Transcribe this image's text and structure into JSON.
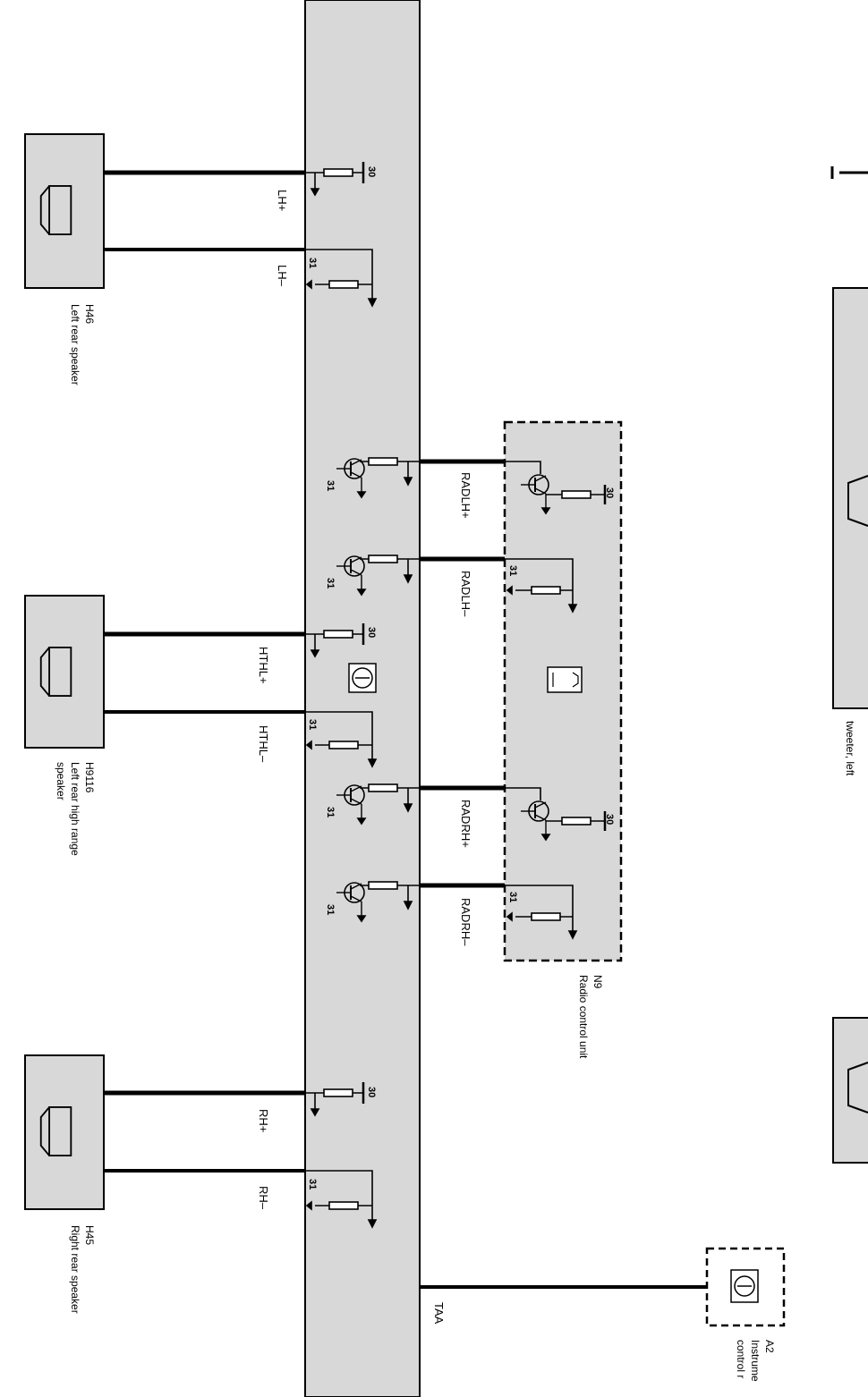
{
  "colors": {
    "module_fill": "#d8d8d8",
    "line": "#000000"
  },
  "icons": {
    "speaker": "speaker-icon",
    "amplifier": "amplifier-icon",
    "radio": "radio-icon",
    "instrument": "instrument-icon",
    "transistor": "transistor-icon",
    "resistor": "resistor-icon",
    "ground": "ground-icon"
  },
  "components": {
    "h46": {
      "code": "H46",
      "name": "Left rear speaker"
    },
    "h9116": {
      "code": "H9116",
      "name_line1": "Left rear high range",
      "name_line2": "speaker"
    },
    "h45": {
      "code": "H45",
      "name": "Right rear speaker"
    },
    "n9": {
      "code": "N9",
      "name": "Radio control unit"
    },
    "a2": {
      "code": "A2",
      "name_line1": "Instrume",
      "name_line2": "control r"
    },
    "tweeter": {
      "name": "tweeter, left"
    }
  },
  "signals": {
    "lh_plus": "LH+",
    "lh_minus": "LH–",
    "hthl_plus": "HTHL+",
    "hthl_minus": "HTHL–",
    "rh_plus": "RH+",
    "rh_minus": "RH–",
    "radlh_plus": "RADLH+",
    "radlh_minus": "RADLH–",
    "radrh_plus": "RADRH+",
    "radrh_minus": "RADRH–",
    "taa": "TAA"
  },
  "pins": {
    "p30": "30",
    "p31": "31"
  }
}
